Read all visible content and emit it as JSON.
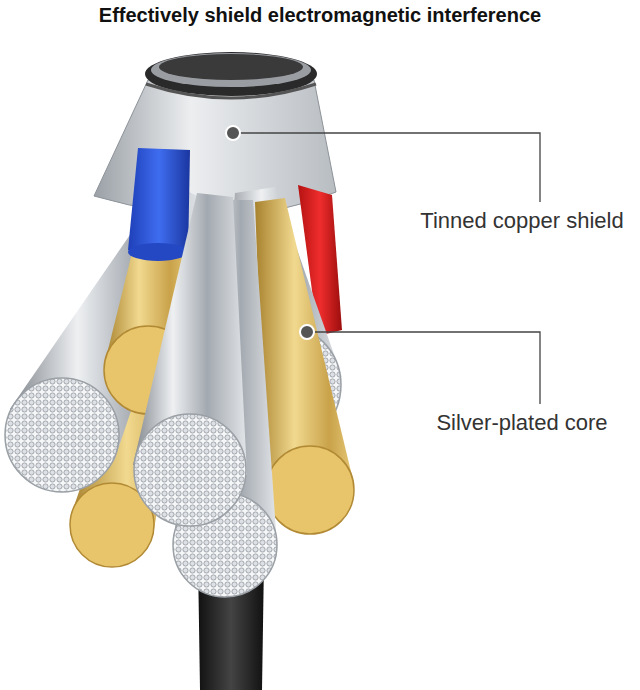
{
  "diagram": {
    "title": "Effectively shield electromagnetic interference",
    "labels": [
      "Tinned copper shield",
      "Silver-plated core"
    ]
  }
}
